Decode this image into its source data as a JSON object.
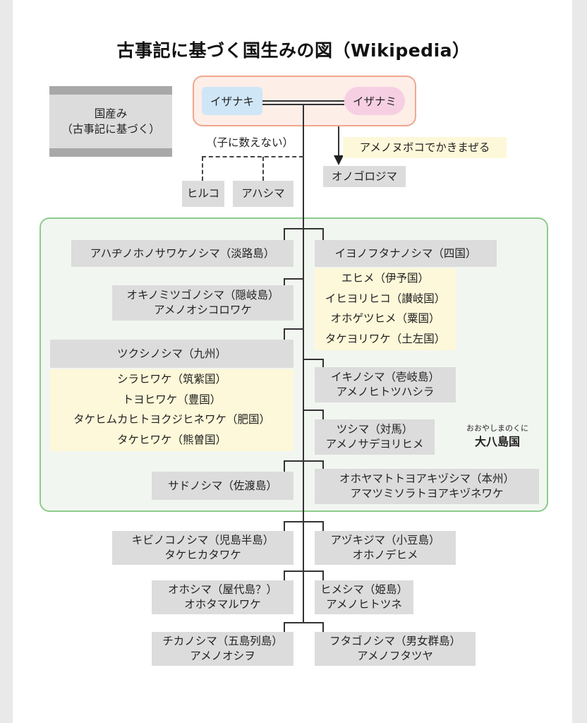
{
  "title": "古事記に基づく国生みの図（Wikipedia）",
  "legend": {
    "line1": "国産み",
    "line2": "（古事記に基づく）"
  },
  "parents": {
    "izanagi": "イザナキ",
    "izanami": "イザナミ"
  },
  "ame_nuboko": "アメノヌボコでかきまぜる",
  "onogoro": "オノゴロジマ",
  "not_counted": "（子に数えない）",
  "hiruko": "ヒルコ",
  "ahashima": "アハシマ",
  "awaji": "アハヂノホノサワケノシマ（淡路島）",
  "iyo": "イヨノフタナノシマ（四国）",
  "iyo_sub": [
    "エヒメ（伊予国）",
    "イヒヨリヒコ（讃岐国）",
    "オホゲツヒメ（粟国）",
    "タケヨリワケ（土左国）"
  ],
  "oki": {
    "name": "オキノミツゴノシマ（隠岐島）",
    "alt": "アメノオシコロワケ"
  },
  "tsukushi": "ツクシノシマ（九州）",
  "tsukushi_sub": [
    "シラヒワケ（筑紫国）",
    "トヨヒワケ（豊国）",
    "タケヒムカヒトヨクジヒネワケ（肥国）",
    "タケヒワケ（熊曽国）"
  ],
  "iki": {
    "name": "イキノシマ（壱岐島）",
    "alt": "アメノヒトツハシラ"
  },
  "tsushima": {
    "name": "ツシマ（対馬）",
    "alt": "アメノサデヨリヒメ"
  },
  "ooyashima": {
    "ruby": "おおやしまのくに",
    "name": "大八島国"
  },
  "sado": "サドノシマ（佐渡島）",
  "honshu": {
    "name": "オホヤマトトヨアキヅシマ（本州）",
    "alt": "アマツミソラトヨアキヅネワケ"
  },
  "kibi": {
    "name": "キビノコノシマ（児島半島）",
    "alt": "タケヒカタワケ"
  },
  "azuki": {
    "name": "アヅキジマ（小豆島）",
    "alt": "オホノデヒメ"
  },
  "oshima": {
    "name": "オホシマ（屋代島？）",
    "alt": "オホタマルワケ"
  },
  "himeshima": {
    "name": "ヒメシマ（姫島）",
    "alt": "アメノヒトツネ"
  },
  "chika": {
    "name": "チカノシマ（五島列島）",
    "alt": "アメノオシヲ"
  },
  "futago": {
    "name": "フタゴノシマ（男女群島）",
    "alt": "アメノフタツヤ"
  }
}
